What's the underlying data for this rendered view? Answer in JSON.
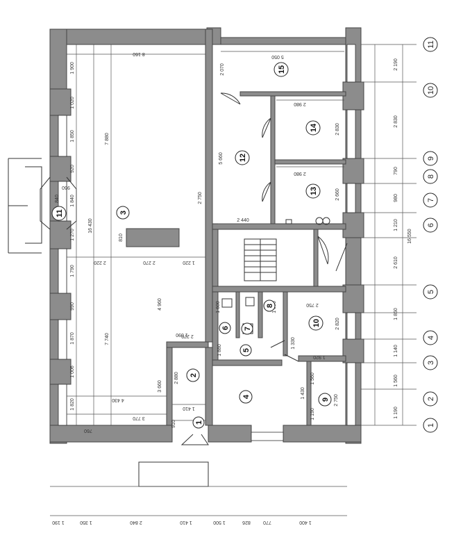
{
  "rooms": [
    {
      "num": "1"
    },
    {
      "num": "2"
    },
    {
      "num": "3"
    },
    {
      "num": "4"
    },
    {
      "num": "5"
    },
    {
      "num": "6"
    },
    {
      "num": "7"
    },
    {
      "num": "8"
    },
    {
      "num": "9"
    },
    {
      "num": "10"
    },
    {
      "num": "11"
    },
    {
      "num": "12"
    },
    {
      "num": "13"
    },
    {
      "num": "14"
    },
    {
      "num": "15"
    }
  ],
  "axes_right": [
    "11",
    "10",
    "9",
    "8",
    "7",
    "6",
    "5",
    "4",
    "3",
    "2",
    "1"
  ],
  "dims_right": [
    "2 190",
    "2 830",
    "790",
    "980",
    "1 210",
    "2 610",
    "1 850",
    "1 140",
    "1 560",
    "1 190"
  ],
  "dim_total_right": "16 550",
  "dims_left": [
    "1 900",
    "1 020",
    "1 850",
    "920",
    "1 840",
    "1 270",
    "1 790",
    "990",
    "1 870",
    "1 006",
    "1 820"
  ],
  "dims_bottom": [
    "1 190",
    "1 350",
    "2 840",
    "1 410",
    "1 500",
    "826",
    "770",
    "1 400"
  ],
  "dims_interior": {
    "r3_width_top": "8 160",
    "r3_height": "7 880",
    "r3_total_left": "16 430",
    "r3_height2": "7 740",
    "r3_width_mid1": "2 220",
    "r3_width_mid2": "2 270",
    "r3_width_mid3": "1 220",
    "r3_width_bottom1": "4 430",
    "r3_width_bottom2": "3 770",
    "r3_col1": "4 960",
    "r3_side": "810",
    "r3_bottom": "3 660",
    "r12_height": "5 660",
    "r12_width": "2 440",
    "r12_side": "2 750",
    "r13_w": "2 980",
    "r13_h": "2 660",
    "r14_w": "2 980",
    "r14_h": "2 830",
    "r15_w": "5 050",
    "r15_h": "2 070",
    "r10_w": "2 750",
    "r10_h": "2 820",
    "r9_w": "2 750",
    "r9_h": "1 560",
    "r8": "1 600",
    "r6": "1 600",
    "r5": "1 880",
    "r2": "2 880",
    "r1": "1 410",
    "misc1": "1 330",
    "misc2": "1 920",
    "misc3": "1 430",
    "misc4": "1 190",
    "misc5": "2 270",
    "misc6": "960",
    "misc7": "840",
    "misc8": "1 090",
    "misc9": "910",
    "misc10": "760"
  }
}
